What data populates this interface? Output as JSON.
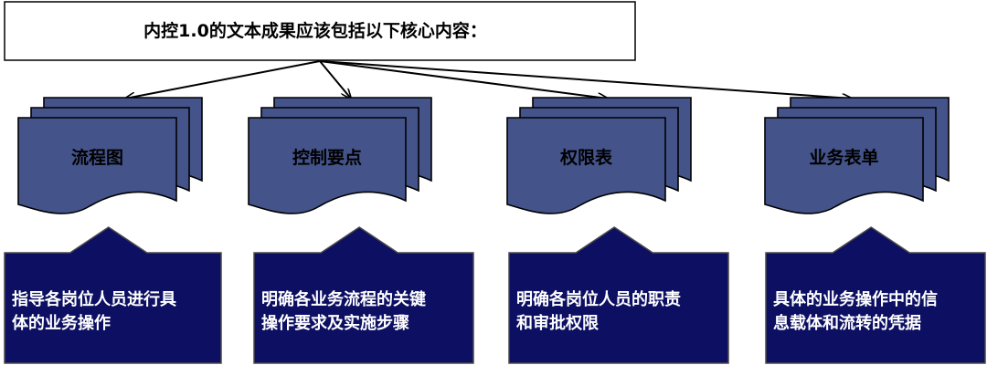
{
  "title": "内控1.0的文本成果应该包括以下核心内容：",
  "colors": {
    "document_fill": "#44548a",
    "document_stroke": "#000000",
    "callout_fill": "#0c0f62",
    "callout_stroke": "#4a4a4a",
    "arrow": "#000000",
    "title_box_fill": "#ffffff",
    "title_box_stroke": "#000000"
  },
  "items": [
    {
      "label": "流程图",
      "description_lines": [
        "指导各岗位人员进行具",
        "体的业务操作"
      ]
    },
    {
      "label": "控制要点",
      "description_lines": [
        "明确各业务流程的关键",
        "操作要求及实施步骤"
      ]
    },
    {
      "label": "权限表",
      "description_lines": [
        "明确各岗位人员的职责",
        "和审批权限"
      ]
    },
    {
      "label": "业务表单",
      "description_lines": [
        "具体的业务操作中的信",
        "息载体和流转的凭据"
      ]
    }
  ]
}
